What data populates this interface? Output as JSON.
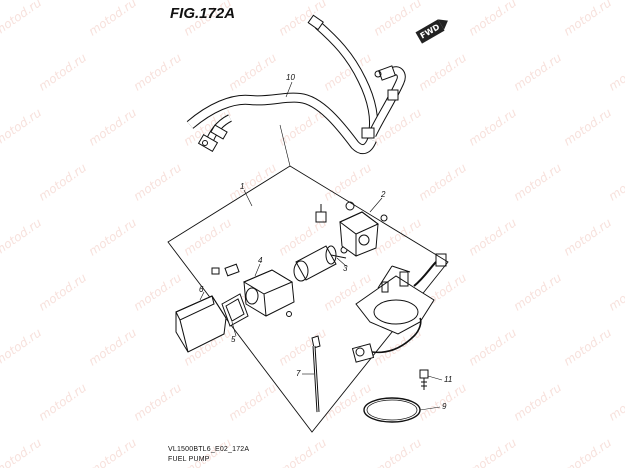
{
  "figure": {
    "title": "FIG.172A",
    "direction_label": "FWD"
  },
  "callouts": [
    "1",
    "2",
    "3",
    "4",
    "5",
    "6",
    "7",
    "9",
    "10",
    "11"
  ],
  "watermark_text": "motod.ru",
  "footer": {
    "code": "VL1500BTL6_E02_172A",
    "caption": "FUEL PUMP"
  }
}
